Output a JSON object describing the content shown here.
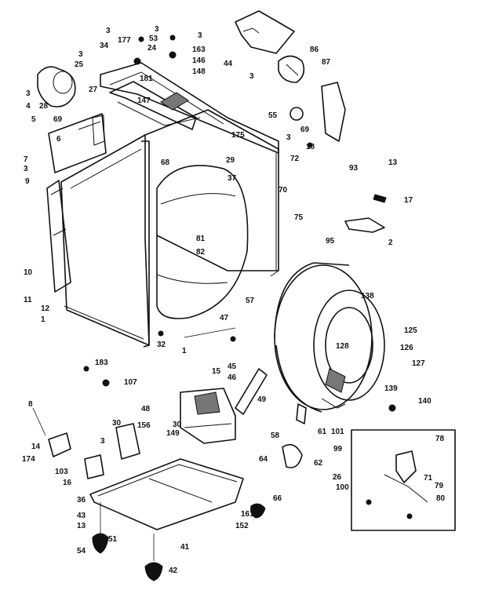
{
  "labels": {
    "l3a": "3",
    "l34": "34",
    "l177": "177",
    "l3b": "3",
    "l53": "53",
    "l3c": "3",
    "l3d": "3",
    "l24": "24",
    "l163": "163",
    "l25": "25",
    "l146": "146",
    "l181": "181",
    "l148": "148",
    "l44": "44",
    "l86": "86",
    "l87": "87",
    "l3e": "3",
    "l4": "4",
    "l28": "28",
    "l27": "27",
    "l147": "147",
    "l69a": "69",
    "l5": "5",
    "l6": "6",
    "l55": "55",
    "l69b": "69",
    "l175": "175",
    "l3f": "3",
    "l18": "18",
    "l7": "7",
    "l3g": "3",
    "l68": "68",
    "l29": "29",
    "l72": "72",
    "l93": "93",
    "l13": "13",
    "l9": "9",
    "l37": "37",
    "l70": "70",
    "l17": "17",
    "l75": "75",
    "l2": "2",
    "l81": "81",
    "l82": "82",
    "l95": "95",
    "l10": "10",
    "l11": "11",
    "l12": "12",
    "l1a": "1",
    "l57": "57",
    "l138": "138",
    "l47": "47",
    "l125": "125",
    "l32": "32",
    "l1b": "1",
    "l128": "128",
    "l126": "126",
    "l127": "127",
    "l183": "183",
    "l107": "107",
    "l15": "15",
    "l45": "45",
    "l46": "46",
    "l139": "139",
    "l140": "140",
    "l49": "49",
    "l8": "8",
    "l48": "48",
    "l156": "156",
    "l30a": "30",
    "l30b": "30",
    "l149": "149",
    "l58": "58",
    "l61": "61",
    "l101": "101",
    "l78": "78",
    "l14": "14",
    "l3h": "3",
    "l99": "99",
    "l174": "174",
    "l62": "62",
    "l103": "103",
    "l16": "16",
    "l64": "64",
    "l26": "26",
    "l100": "100",
    "l71": "71",
    "l79": "79",
    "l80": "80",
    "l36": "36",
    "l66": "66",
    "l43": "43",
    "l13b": "13",
    "l161": "161",
    "l152": "152",
    "l51": "51",
    "l41": "41",
    "l54": "54",
    "l42": "42"
  }
}
